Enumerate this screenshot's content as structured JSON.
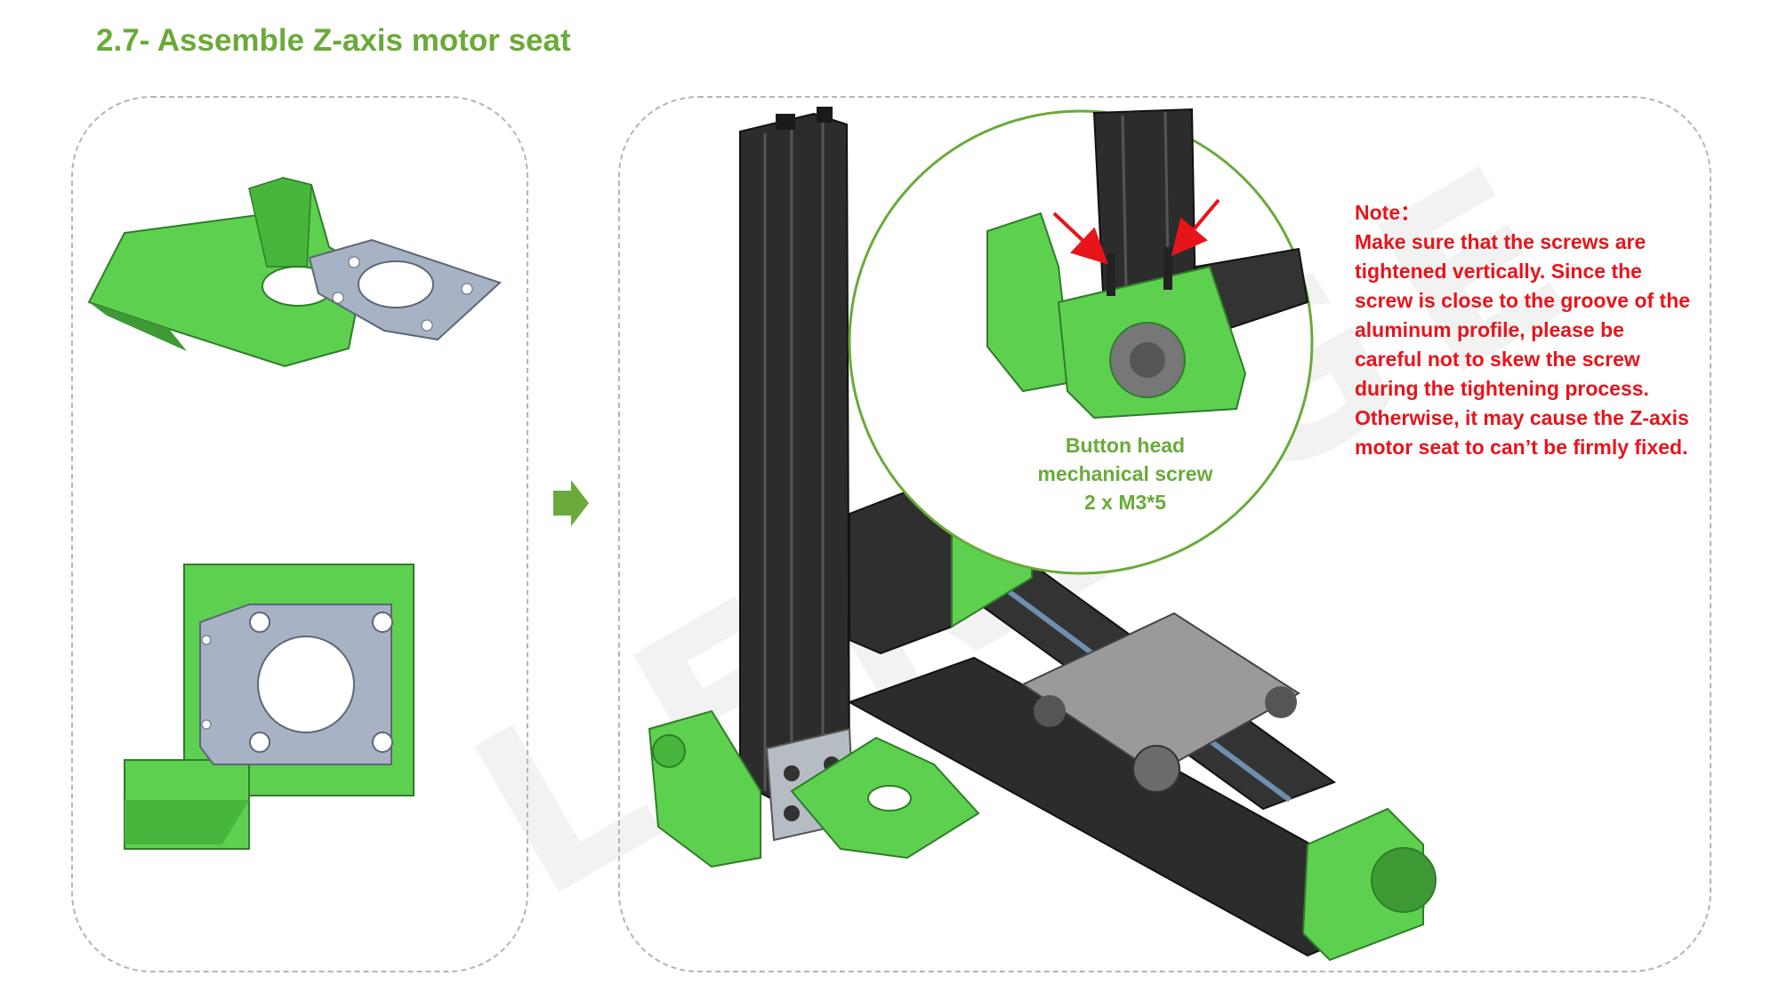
{
  "page": {
    "title": "2.7- Assemble Z-axis motor seat",
    "watermark": "LERDGE"
  },
  "callout": {
    "label_lines": [
      "Button head",
      "mechanical screw",
      "2 x M3*5"
    ]
  },
  "note": {
    "lines": [
      "Note：",
      "Make sure that the screws are",
      "tightened vertically. Since the",
      "screw is close to the groove of the",
      "aluminum profile, please be",
      "careful not to skew the screw",
      "during the tightening process.",
      "Otherwise, it may cause the Z-axis",
      "motor seat to can’t be firmly fixed."
    ]
  },
  "colors": {
    "accent_green": "#6aaa3a",
    "part_green": "#5ed04f",
    "note_red": "#e8141b",
    "profile_black": "#2c2c2c",
    "plate_gray": "#a7b3c4"
  }
}
